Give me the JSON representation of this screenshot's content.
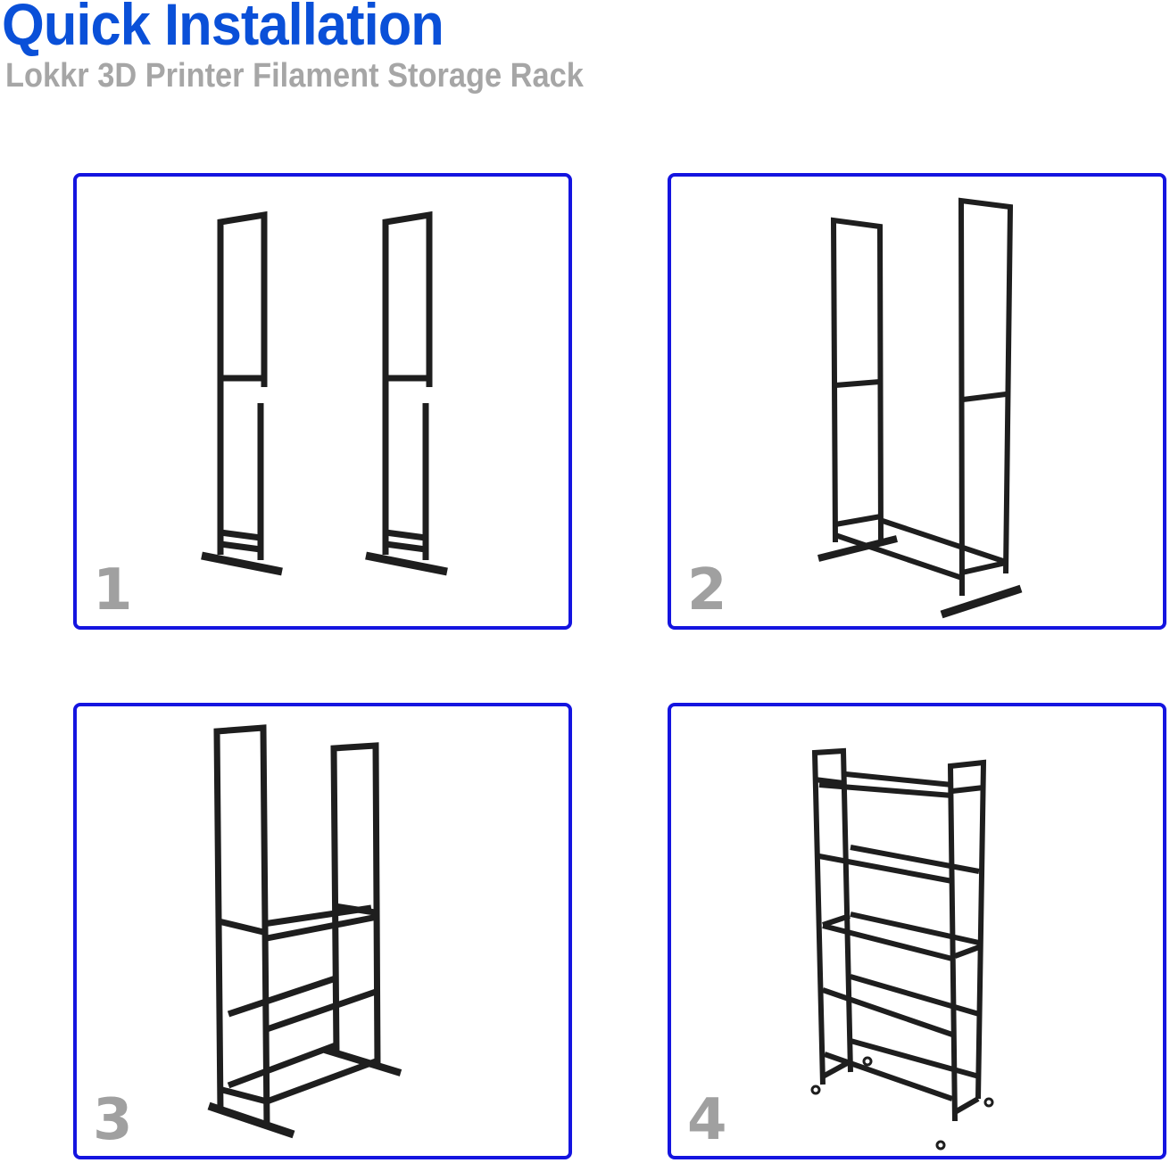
{
  "header": {
    "title": "Quick Installation",
    "subtitle": "Lokkr 3D Printer Filament Storage Rack"
  },
  "colors": {
    "title": "#0a50d8",
    "subtitle": "#a6a6a6",
    "panel_border": "#1414e0",
    "step_number": "#a0a0a0",
    "frame": "#1e1e1e"
  },
  "steps": [
    {
      "number": "1",
      "illustration": "two-side-frames-separated-icon"
    },
    {
      "number": "2",
      "illustration": "side-frames-joined-base-bars-icon"
    },
    {
      "number": "3",
      "illustration": "rack-with-lower-shelf-bars-icon"
    },
    {
      "number": "4",
      "illustration": "fully-assembled-rack-with-casters-icon"
    }
  ]
}
